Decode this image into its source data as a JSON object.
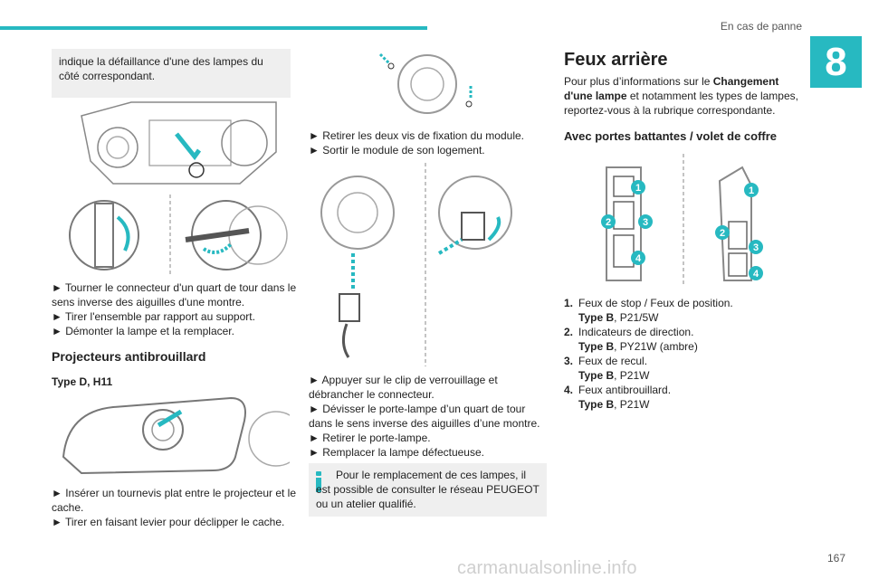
{
  "header": {
    "chapter_title": "En cas de panne",
    "chapter_number": "8"
  },
  "footer": {
    "page_number": "167",
    "watermark": "carmanualsonline.info"
  },
  "col1": {
    "note": "indique la défaillance d'une des lampes du côté correspondant.",
    "steps1": [
      "►  Tourner le connecteur d'un quart de tour dans le sens inverse des aiguilles d'une montre.",
      "► Tirer l'ensemble par rapport au support.",
      "► Démonter la lampe et la remplacer."
    ],
    "section_title": "Projecteurs antibrouillard",
    "type_label": "Type D, H11",
    "steps2": [
      "► Insérer un tournevis plat entre le projecteur et le cache.",
      "► Tirer en faisant levier pour déclipper le cache."
    ]
  },
  "col2": {
    "steps1": [
      "► Retirer les deux vis de fixation du module.",
      "► Sortir le module de son logement."
    ],
    "steps2": [
      "► Appuyer sur le clip de verrouillage et débrancher le connecteur.",
      "► Dévisser le porte-lampe d’un quart de tour dans le sens inverse des aiguilles d’une montre.",
      "► Retirer le porte-lampe.",
      "► Remplacer la lampe défectueuse."
    ],
    "info": "Pour le remplacement de ces lampes, il est possible de consulter le réseau PEUGEOT ou un atelier qualifié."
  },
  "col3": {
    "title": "Feux arrière",
    "intro_prefix": "Pour plus d’informations sur le ",
    "intro_bold": "Changement d'une lampe",
    "intro_suffix": " et notamment les types de lampes, reportez-vous à la rubrique correspondante.",
    "subtitle": "Avec portes battantes / volet de coffre",
    "callouts": [
      "1",
      "2",
      "3",
      "4"
    ],
    "items": [
      {
        "num": "1.",
        "label": "Feux de stop / Feux de position.",
        "type": "Type B",
        "bulb": ", P21/5W"
      },
      {
        "num": "2.",
        "label": "Indicateurs de direction.",
        "type": "Type B",
        "bulb": ", PY21W (ambre)"
      },
      {
        "num": "3.",
        "label": "Feux de recul.",
        "type": "Type B",
        "bulb": ", P21W"
      },
      {
        "num": "4.",
        "label": "Feux antibrouillard.",
        "type": "Type B",
        "bulb": ", P21W"
      }
    ]
  },
  "colors": {
    "accent": "#27b9c1"
  }
}
